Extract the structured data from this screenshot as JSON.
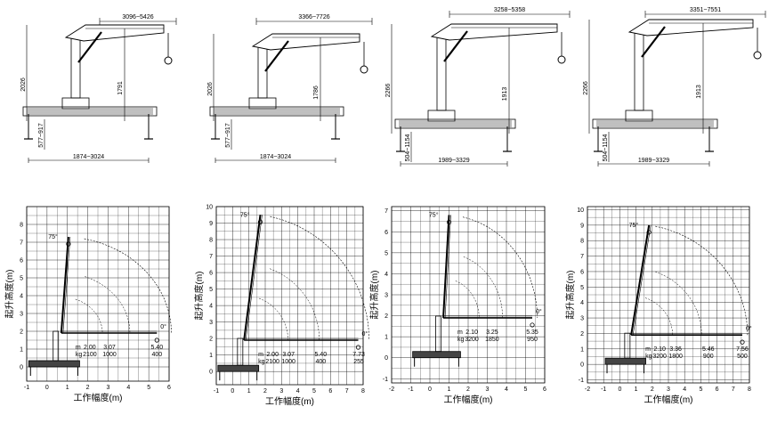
{
  "figures": [
    {
      "dims": {
        "reach": "3096~5426",
        "height": "2026",
        "lift": "1791",
        "leg": "577~917",
        "span": "1874~3024"
      }
    },
    {
      "dims": {
        "reach": "3366~7726",
        "height": "2026",
        "lift": "1786",
        "leg": "577~917",
        "span": "1874~3024"
      }
    },
    {
      "dims": {
        "reach": "3258~5358",
        "height": "2266",
        "lift": "1913",
        "leg": "504~1154",
        "span": "1989~3329"
      }
    },
    {
      "dims": {
        "reach": "3351~7551",
        "height": "2266",
        "lift": "1913",
        "leg": "504~1154",
        "span": "1989~3329"
      }
    }
  ],
  "chart_data": [
    {
      "type": "line",
      "xlabel": "工作幅度(m)",
      "ylabel": "起升高度(m)",
      "x_ticks": [
        "-1",
        "0",
        "1",
        "2",
        "3",
        "4",
        "5",
        "6"
      ],
      "y_ticks": [
        "0",
        "1",
        "2",
        "3",
        "4",
        "5",
        "6",
        "7",
        "8"
      ],
      "angle_top": "75°",
      "angle_low": "0°",
      "unit_m": "m",
      "unit_kg": "kg",
      "load_table": [
        {
          "radius": "2.00",
          "load": "2100"
        },
        {
          "radius": "3.07",
          "load": "1000"
        },
        {
          "radius": "5.40",
          "load": "400"
        }
      ]
    },
    {
      "type": "line",
      "xlabel": "工作幅度(m)",
      "ylabel": "起升高度(m)",
      "x_ticks": [
        "-1",
        "0",
        "1",
        "2",
        "3",
        "4",
        "5",
        "6",
        "7",
        "8"
      ],
      "y_ticks": [
        "0",
        "1",
        "2",
        "3",
        "4",
        "5",
        "6",
        "7",
        "8",
        "9",
        "10"
      ],
      "angle_top": "75°",
      "angle_low": "0°",
      "unit_m": "m",
      "unit_kg": "kg",
      "load_table": [
        {
          "radius": "2.00",
          "load": "2100"
        },
        {
          "radius": "3.07",
          "load": "1000"
        },
        {
          "radius": "5.40",
          "load": "400"
        },
        {
          "radius": "7.73",
          "load": "255"
        }
      ]
    },
    {
      "type": "line",
      "xlabel": "工作幅度(m)",
      "ylabel": "起升高度(m)",
      "x_ticks": [
        "-2",
        "-1",
        "0",
        "1",
        "2",
        "3",
        "4",
        "5",
        "6"
      ],
      "y_ticks": [
        "-1",
        "0",
        "1",
        "2",
        "3",
        "4",
        "5",
        "6",
        "7"
      ],
      "angle_top": "75°",
      "angle_low": "0°",
      "unit_m": "m",
      "unit_kg": "kg",
      "load_table": [
        {
          "radius": "2.10",
          "load": "3200"
        },
        {
          "radius": "3.25",
          "load": "1850"
        },
        {
          "radius": "5.35",
          "load": "950"
        }
      ]
    },
    {
      "type": "line",
      "xlabel": "工作幅度(m)",
      "ylabel": "起升高度(m)",
      "x_ticks": [
        "-2",
        "-1",
        "0",
        "1",
        "2",
        "3",
        "4",
        "5",
        "6",
        "7",
        "8"
      ],
      "y_ticks": [
        "-1",
        "0",
        "1",
        "2",
        "3",
        "4",
        "5",
        "6",
        "7",
        "8",
        "9",
        "10"
      ],
      "angle_top": "75°",
      "angle_low": "0°",
      "unit_m": "m",
      "unit_kg": "kg",
      "load_table": [
        {
          "radius": "2.10",
          "load": "3200"
        },
        {
          "radius": "3.36",
          "load": "1800"
        },
        {
          "radius": "5.46",
          "load": "900"
        },
        {
          "radius": "7.56",
          "load": "500"
        }
      ]
    }
  ]
}
